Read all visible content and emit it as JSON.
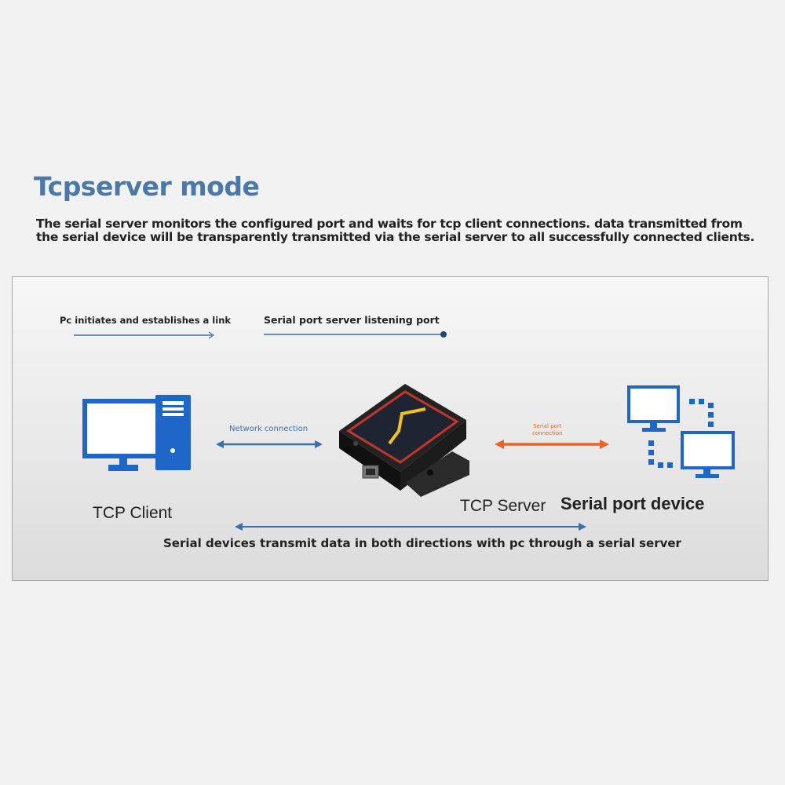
{
  "header": {
    "title": "Tcpserver mode",
    "description": "The serial server monitors the configured port and waits for tcp client connections. data transmitted from the serial device will be transparently transmitted via the serial server to all successfully connected clients."
  },
  "diagram": {
    "legend_link": "Pc initiates and establishes a link",
    "legend_port": "Serial port server listening port",
    "network_connection": "Network connection",
    "serial_connection_line1": "Serial port",
    "serial_connection_line2": "connection",
    "tcp_client": "TCP Client",
    "tcp_server": "TCP Server",
    "serial_device": "Serial port device",
    "bottom_caption": "Serial devices transmit data in both directions with pc through a serial server"
  },
  "colors": {
    "title": "#4a78a8",
    "device_blue": "#1f66c9",
    "network_arrow": "#3b6fb0",
    "serial_arrow": "#e5652b"
  },
  "icons": [
    "desktop-computer-icon",
    "serial-server-device-icon",
    "monitors-network-icon"
  ]
}
